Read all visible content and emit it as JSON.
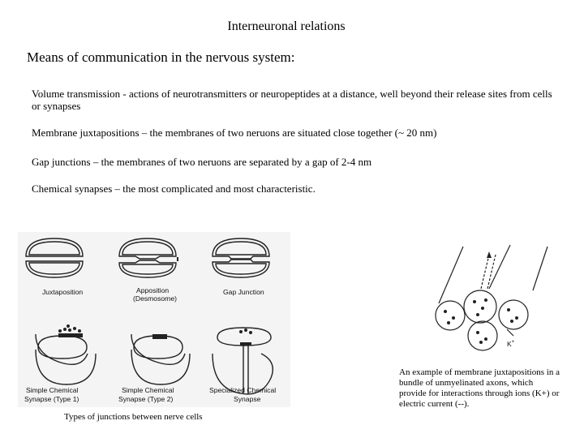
{
  "title": "Interneuronal relations",
  "subtitle": "Means of communication in the nervous system:",
  "paragraphs": [
    "Volume transmission - actions of neurotransmitters or neuropeptides at a distance, well beyond their release sites from cells or synapses",
    "Membrane juxtapositions – the membranes of two neruons are situated close together (~ 20 nm)",
    "Gap junctions – the membranes of two neruons are separated by a gap of 2-4 nm",
    "Chemical synapses – the most complicated and most characteristic."
  ],
  "figure_junctions": {
    "labels": {
      "juxtaposition": "Juxtaposition",
      "apposition": "Apposition",
      "desmosome": "(Desmosome)",
      "gap_junction": "Gap Junction",
      "simple_chemical": "Simple Chemical",
      "synapse_type1": "Synapse (Type 1)",
      "synapse_type2": "Synapse (Type 2)",
      "specialized_chemical": "Specialized Chemical",
      "synapse": "Synapse"
    },
    "caption": "Types of junctions between nerve cells"
  },
  "figure_axons": {
    "ion_label": "K",
    "ion_superscript": "+",
    "caption": "An example of membrane juxtapositions in a bundle of unmyelinated axons, which provide for interactions through ions (K+) or electric current (--)."
  }
}
